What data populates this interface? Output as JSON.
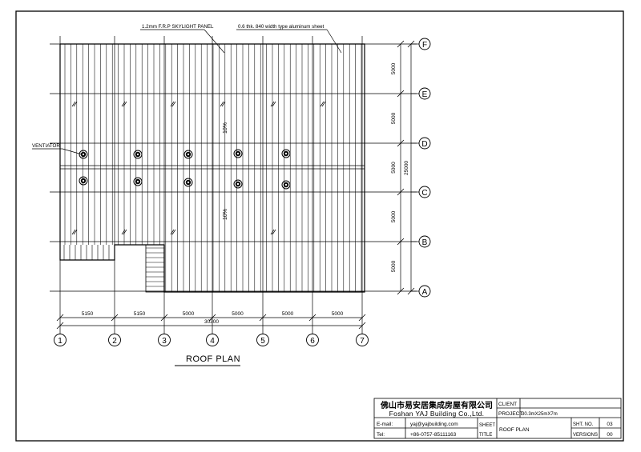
{
  "annotations": {
    "skylight_panel": "1.2mm F.R.P SKYLIGHT PANEL",
    "aluminum_sheet": "0.6 thk. 840 width type aluminum sheet",
    "ventilator": "VENTIATOR",
    "slope_top": "10%",
    "slope_bottom": "10%"
  },
  "plan_title": "ROOF PLAN",
  "grid": {
    "rows": [
      "F",
      "E",
      "D",
      "C",
      "B",
      "A"
    ],
    "columns": [
      "1",
      "2",
      "3",
      "4",
      "5",
      "6",
      "7"
    ],
    "row_spacings": [
      "5000",
      "5000",
      "5000",
      "5000",
      "5000"
    ],
    "row_total": "25000",
    "column_spacings": [
      "5150",
      "5150",
      "5000",
      "5000",
      "5000",
      "5000"
    ],
    "column_total": "30300"
  },
  "title_block": {
    "company_cn": "佛山市易安居集成房屋有限公司",
    "company_en": "Foshan YAJ Building Co.,Ltd.",
    "email_label": "E-mail:",
    "email": "yaj@yajbuilding.com",
    "tel_label": "Tel:",
    "tel": "+86-0757-85111163",
    "client_label": "CLIENT",
    "client_value": "",
    "project_label": "PROJECT",
    "project_value": "30.3mX25mX7m",
    "sheet_title_label_1": "SHEET",
    "sheet_title_label_2": "TITLE",
    "sheet_title": "ROOF PLAN",
    "sheet_no_label": "SHT. NO.",
    "sheet_no": "03",
    "versions_label": "VERSIONS",
    "versions": "00"
  }
}
